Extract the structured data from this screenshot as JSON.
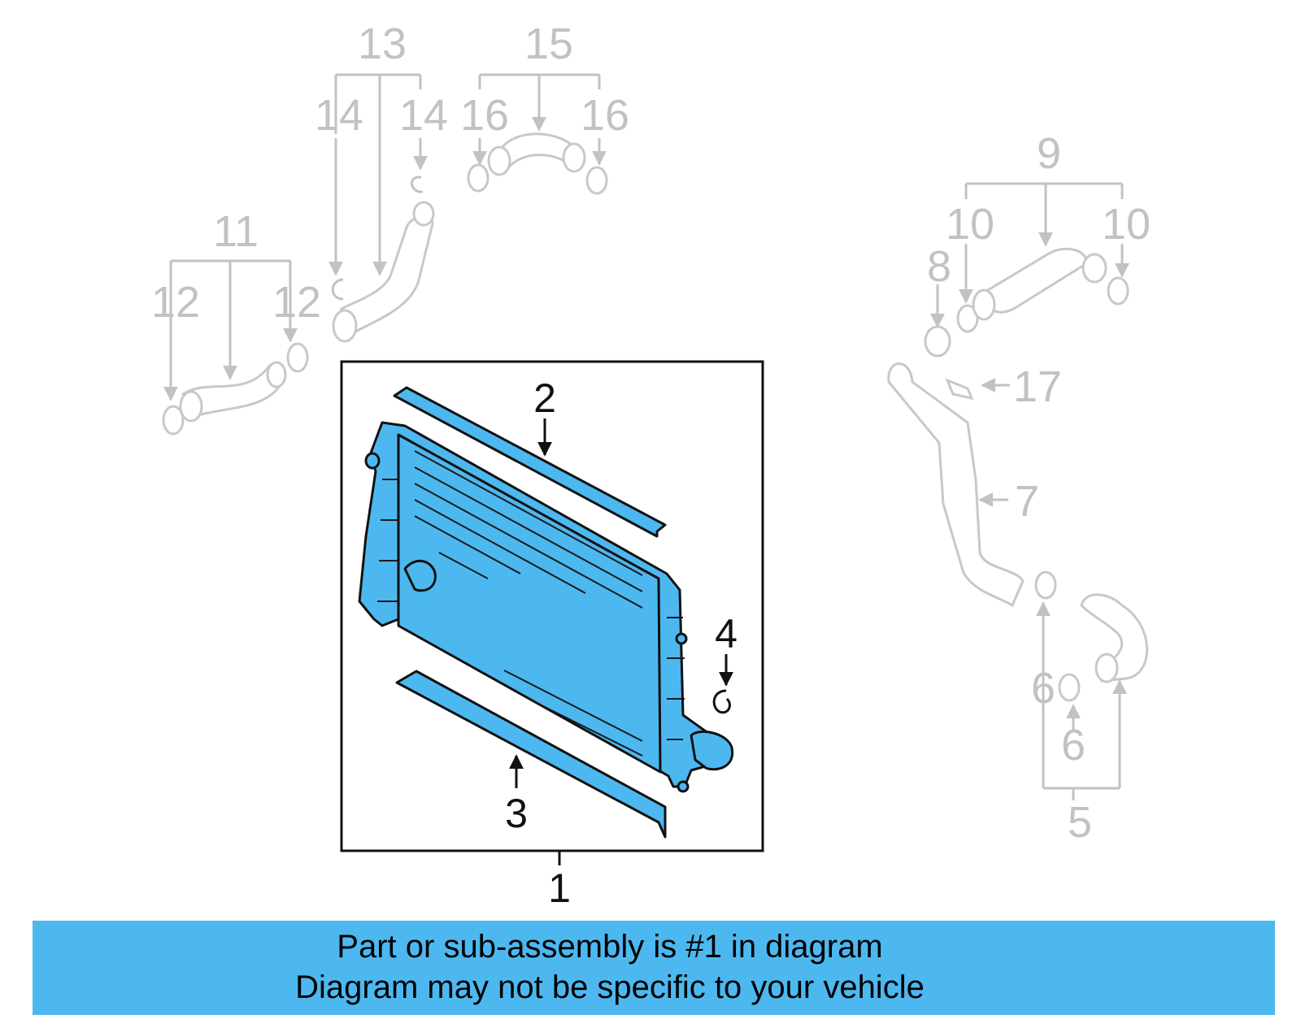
{
  "callouts": {
    "c1": "1",
    "c2": "2",
    "c3": "3",
    "c4": "4",
    "c5": "5",
    "c6a": "6",
    "c6b": "6",
    "c7": "7",
    "c8": "8",
    "c9": "9",
    "c10a": "10",
    "c10b": "10",
    "c11": "11",
    "c12a": "12",
    "c12b": "12",
    "c13": "13",
    "c14a": "14",
    "c14b": "14",
    "c15": "15",
    "c16a": "16",
    "c16b": "16",
    "c17": "17"
  },
  "banner": {
    "line1": "Part or sub-assembly is #1 in diagram",
    "line2": "Diagram may not be specific to your vehicle"
  },
  "colors": {
    "highlight": "#4db8f0",
    "faded": "#c2c2c2",
    "ink": "#111111"
  }
}
